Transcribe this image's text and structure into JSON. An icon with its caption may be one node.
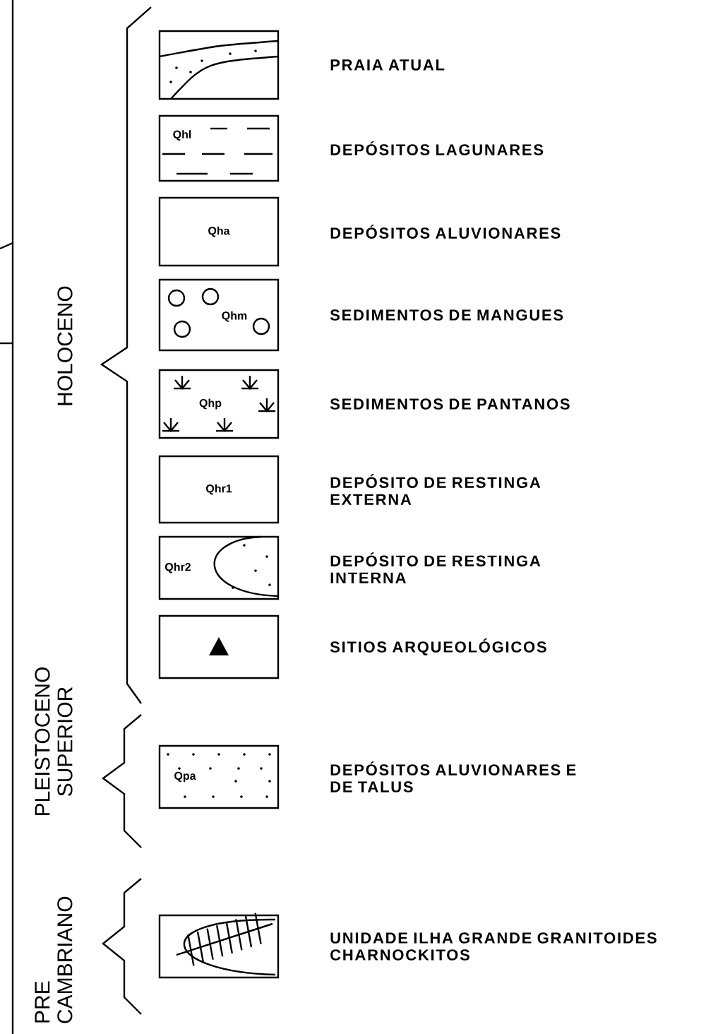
{
  "diagram": {
    "nodes": [
      {
        "text": [],
        "shape": "box",
        "beside": [
          "PRAIA ATUAL"
        ]
      },
      {
        "text": [
          "Qhl"
        ],
        "beside": [
          "DEPÓSITOS LAGUNARES"
        ]
      },
      {
        "text": [
          "Qha"
        ],
        "beside": [
          "DEPÓSITOS ALUVIONARES"
        ]
      },
      {
        "text": [
          "Qhm"
        ],
        "beside": [
          "SEDIMENTOS DE MANGUES"
        ]
      },
      {
        "text": [
          "Qhp"
        ],
        "beside": [
          "SEDIMENTOS DE PANTANOS"
        ]
      },
      {
        "text": [
          "Qhr1"
        ],
        "beside": [
          "DEPÓSITO DE RESTINGA EXTERNA"
        ]
      },
      {
        "text": [
          "Qhr2"
        ],
        "beside": [
          "DEPÓSITO DE RESTINGA INTERNA"
        ]
      },
      {
        "text": [],
        "shape": "box",
        "beside": [
          "SITIOS ARQUEOLÓGICOS"
        ]
      },
      {
        "text": [
          "Qpa"
        ],
        "beside": [
          "DEPÓSITOS ALUVIONARES E DE TALUS"
        ]
      },
      {
        "text": [],
        "shape": "box",
        "beside": [
          "UNIDADE ILHA GRANDE GRANITOIDES CHARNOCKITOS"
        ]
      }
    ],
    "labels": [
      "HOLOCENO",
      "PLEISTOCENO SUPERIOR",
      "PRE CAMBRIANO"
    ]
  }
}
